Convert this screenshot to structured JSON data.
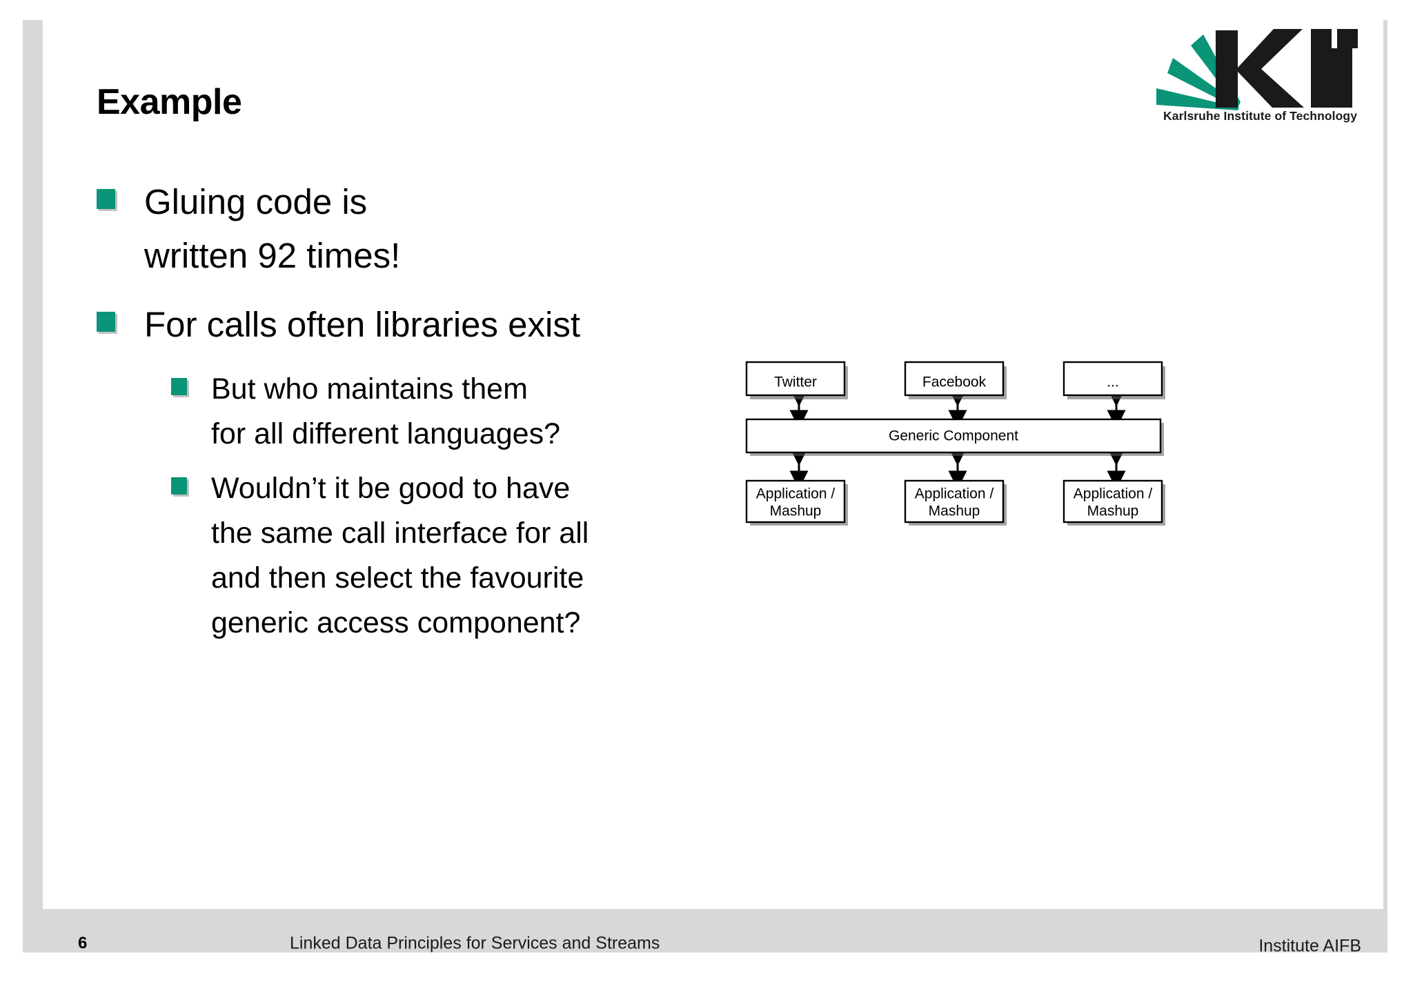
{
  "slide": {
    "title": "Example",
    "page_number": "6",
    "footer_center": "Linked Data Principles for Services and Streams",
    "footer_right": "Institute AIFB"
  },
  "logo": {
    "name": "KIT",
    "wordmark": "KIT",
    "tagline": "Karlsruhe Institute of Technology",
    "green": "#0a9478",
    "black": "#1a1a1a"
  },
  "colors": {
    "bullet_green": "#0a9478",
    "frame_gray": "#d8d8d8",
    "text_black": "#000000"
  },
  "bullets": [
    {
      "level": 1,
      "text": "Gluing code is\nwritten 92 times!"
    },
    {
      "level": 1,
      "text": "For calls often libraries exist"
    },
    {
      "level": 2,
      "text": "But who maintains them\nfor all different languages?"
    },
    {
      "level": 2,
      "text": "Wouldn’t it be good to have\nthe same call interface for all\nand then select the favourite\ngeneric access component?"
    }
  ],
  "diagram": {
    "top_boxes": [
      {
        "label": "Twitter"
      },
      {
        "label": "Facebook"
      },
      {
        "label": "..."
      }
    ],
    "middle_box": {
      "label": "Generic Component"
    },
    "bottom_boxes": [
      {
        "label": "Application /\nMashup"
      },
      {
        "label": "Application /\nMashup"
      },
      {
        "label": "Application /\nMashup"
      }
    ],
    "connectors": "double-headed vertical arrows between each top box and the generic component, and between the generic component and each application box"
  }
}
